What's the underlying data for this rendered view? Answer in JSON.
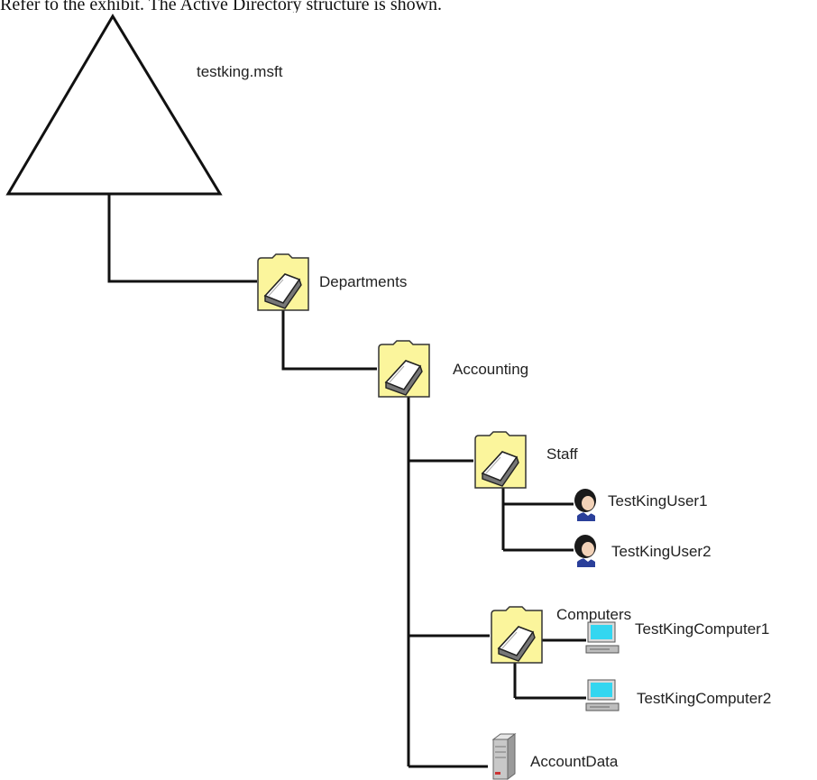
{
  "header_text": "Refer to the exhibit. The Active Directory structure is shown.",
  "domain": {
    "name": "testking.msft",
    "icon": "domain-triangle-icon"
  },
  "tree": {
    "departments": {
      "label": "Departments",
      "icon": "ou-folder-icon"
    },
    "accounting": {
      "label": "Accounting",
      "icon": "ou-folder-icon"
    },
    "staff": {
      "label": "Staff",
      "icon": "ou-folder-icon"
    },
    "user1": {
      "label": "TestKingUser1",
      "icon": "user-icon"
    },
    "user2": {
      "label": "TestKingUser2",
      "icon": "user-icon"
    },
    "computers": {
      "label": "Computers",
      "icon": "ou-folder-icon"
    },
    "computer1": {
      "label": "TestKingComputer1",
      "icon": "computer-icon"
    },
    "computer2": {
      "label": "TestKingComputer2",
      "icon": "computer-icon"
    },
    "accountdata": {
      "label": "AccountData",
      "icon": "server-icon"
    }
  },
  "colors": {
    "folder_fill": "#fbf59c",
    "folder_stroke": "#333333",
    "line": "#111111",
    "monitor_screen": "#33d6f0",
    "server_body": "#c8c8c8",
    "user_hair": "#1a1a1a",
    "user_shirt": "#2a3f9a"
  }
}
